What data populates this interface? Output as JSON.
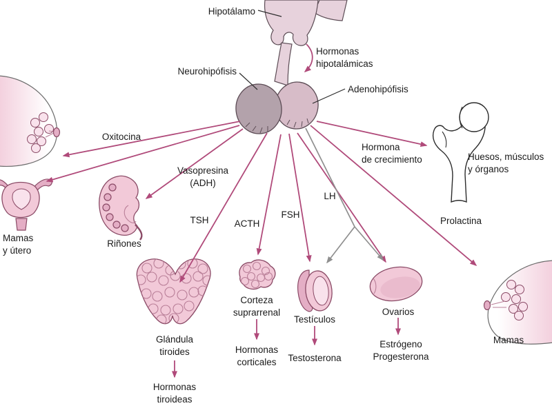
{
  "labels": {
    "hipotalamo": "Hipotálamo",
    "hormonas_hipotalamicas": [
      "Hormonas",
      "hipotalámicas"
    ],
    "neurohipofisis": "Neurohipófisis",
    "adenohipofisis": "Adenohipófisis",
    "oxitocina": "Oxitocina",
    "vasopresina": [
      "Vasopresina",
      "(ADH)"
    ],
    "tsh": "TSH",
    "acth": "ACTH",
    "fsh": "FSH",
    "lh": "LH",
    "hormona_crecimiento": [
      "Hormona",
      "de crecimiento"
    ],
    "prolactina": "Prolactina",
    "mamas_utero": [
      "Mamas",
      "y útero"
    ],
    "rinones": "Riñones",
    "glandula_tiroides": [
      "Glándula",
      "tiroides"
    ],
    "hormonas_tiroideas": [
      "Hormonas",
      "tiroideas"
    ],
    "corteza_suprarrenal": [
      "Corteza",
      "suprarrenal"
    ],
    "hormonas_corticales": [
      "Hormonas",
      "corticales"
    ],
    "testiculos": "Testículos",
    "testosterona": "Testosterona",
    "ovarios": "Ovarios",
    "estrogeno_progesterona": [
      "Estrógeno",
      "Progesterona"
    ],
    "huesos_musculos_organos": [
      "Huesos, músculos",
      "y órganos"
    ],
    "mamas": "Mamas"
  },
  "colors": {
    "arrow_pink": "#b04a7a",
    "arrow_gray": "#8f8f8f",
    "text": "#1a1a1a",
    "line_dark": "#2b2b2b",
    "organ_pink": "#f2c9d8",
    "organ_pink_dark": "#e4aec5",
    "organ_light": "#f9e2ec",
    "organ_outline": "#8a4a66",
    "breast_pink": "#f3cfdd",
    "breast_outline": "#6b6b6b",
    "neurohypophysis_fill": "#b3a2ab",
    "adenohypophysis_fill": "#d7bcc8",
    "lobe_outline": "#5c4c55",
    "hypothalamus_fill": "#e7d2dc",
    "texture": "#b97f98"
  }
}
